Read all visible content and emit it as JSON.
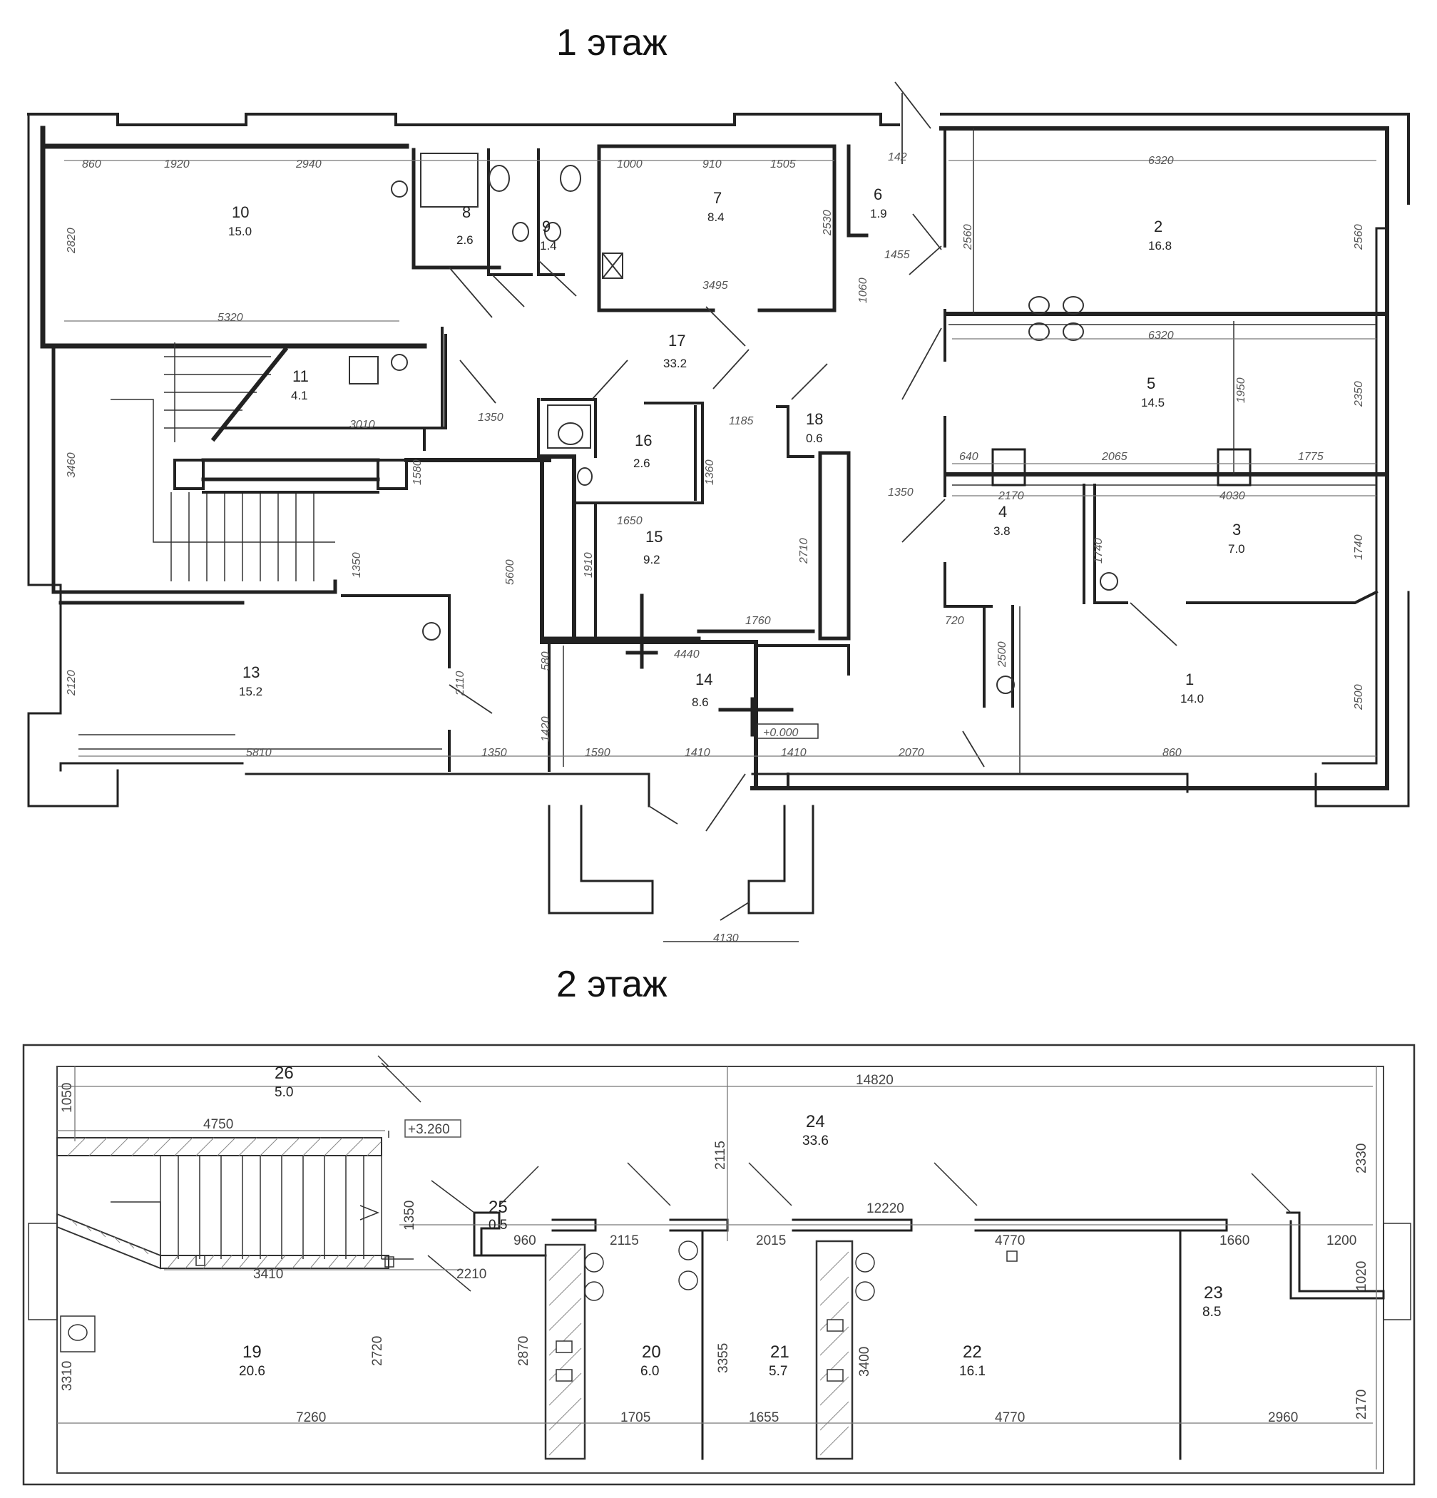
{
  "floor1": {
    "title": "1 этаж",
    "rooms": [
      {
        "num": "1",
        "area": "14.0"
      },
      {
        "num": "2",
        "area": "16.8"
      },
      {
        "num": "3",
        "area": "7.0"
      },
      {
        "num": "4",
        "area": "3.8"
      },
      {
        "num": "5",
        "area": "14.5"
      },
      {
        "num": "6",
        "area": "1.9"
      },
      {
        "num": "7",
        "area": "8.4"
      },
      {
        "num": "8",
        "area": "2.6"
      },
      {
        "num": "9",
        "area": "1.4"
      },
      {
        "num": "10",
        "area": "15.0"
      },
      {
        "num": "11",
        "area": "4.1"
      },
      {
        "num": "13",
        "area": "15.2"
      },
      {
        "num": "14",
        "area": "8.6"
      },
      {
        "num": "15",
        "area": "9.2"
      },
      {
        "num": "16",
        "area": "2.6"
      },
      {
        "num": "17",
        "area": "33.2"
      },
      {
        "num": "18",
        "area": "0.6"
      }
    ],
    "dims": [
      "860",
      "1920",
      "2940",
      "1000",
      "910",
      "1505",
      "6320",
      "3495",
      "5320",
      "6320",
      "3010",
      "1350",
      "1350",
      "640",
      "2065",
      "1775",
      "2170",
      "4030",
      "1650",
      "1760",
      "4440",
      "720",
      "5810",
      "1350",
      "1590",
      "1410",
      "1410",
      "2070",
      "5600",
      "3460",
      "2820",
      "2530",
      "2560",
      "2560",
      "1950",
      "2350",
      "1740",
      "1740",
      "2500",
      "2500",
      "2110",
      "2120",
      "1910",
      "2710",
      "1360",
      "1350",
      "1580",
      "1420",
      "580",
      "1455",
      "1060",
      "1185",
      "4130",
      "142"
    ],
    "level_mark": "+0.000"
  },
  "floor2": {
    "title": "2 этаж",
    "rooms": [
      {
        "num": "19",
        "area": "20.6"
      },
      {
        "num": "20",
        "area": "6.0"
      },
      {
        "num": "21",
        "area": "5.7"
      },
      {
        "num": "22",
        "area": "16.1"
      },
      {
        "num": "23",
        "area": "8.5"
      },
      {
        "num": "24",
        "area": "33.6"
      },
      {
        "num": "25",
        "area": "0.5"
      },
      {
        "num": "26",
        "area": "5.0"
      }
    ],
    "dims": [
      "14820",
      "4750",
      "12220",
      "1050",
      "2115",
      "2330",
      "1350",
      "960",
      "2115",
      "2015",
      "4770",
      "1660",
      "1200",
      "1020",
      "3410",
      "2210",
      "3310",
      "2720",
      "2870",
      "3355",
      "3400",
      "2170",
      "7260",
      "1705",
      "1655",
      "4770",
      "2960"
    ],
    "level_mark": "+3.260"
  }
}
